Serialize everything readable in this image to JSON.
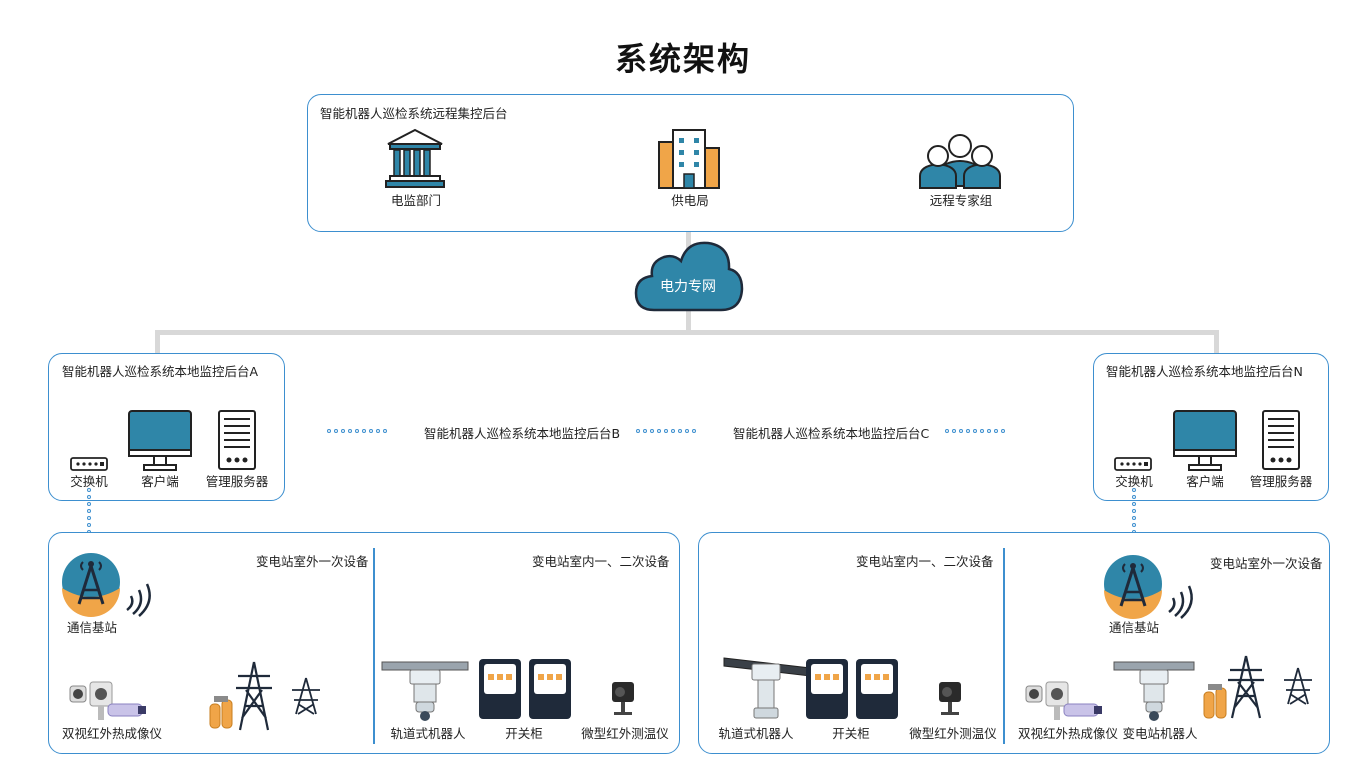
{
  "title": "系统架构",
  "remote": {
    "label": "智能机器人巡检系统远程集控后台",
    "items": [
      "电监部门",
      "供电局",
      "远程专家组"
    ]
  },
  "network": {
    "label": "电力专网"
  },
  "local_a": {
    "label": "智能机器人巡检系统本地监控后台A",
    "items": [
      "交换机",
      "客户端",
      "管理服务器"
    ]
  },
  "local_b": {
    "label": "智能机器人巡检系统本地监控后台B"
  },
  "local_c": {
    "label": "智能机器人巡检系统本地监控后台C"
  },
  "local_n": {
    "label": "智能机器人巡检系统本地监控后台N",
    "items": [
      "交换机",
      "客户端",
      "管理服务器"
    ]
  },
  "station_left": {
    "outdoor_label": "变电站室外一次设备",
    "indoor_label": "变电站室内一、二次设备",
    "base_station": "通信基站",
    "thermal_imager": "双视红外热成像仪",
    "rail_robot": "轨道式机器人",
    "switch_cabinet": "开关柜",
    "ir_thermometer": "微型红外测温仪"
  },
  "station_right": {
    "indoor_label": "变电站室内一、二次设备",
    "outdoor_label": "变电站室外一次设备",
    "base_station": "通信基站",
    "rail_robot": "轨道式机器人",
    "switch_cabinet": "开关柜",
    "ir_thermometer": "微型红外测温仪",
    "thermal_imager": "双视红外热成像仪",
    "substation_robot": "变电站机器人"
  },
  "colors": {
    "accent": "#3d8fcf",
    "icon_blue": "#2f86a8",
    "icon_orange": "#f0a548",
    "line_gray": "#d8d8d8",
    "dark": "#1f2a3a"
  }
}
